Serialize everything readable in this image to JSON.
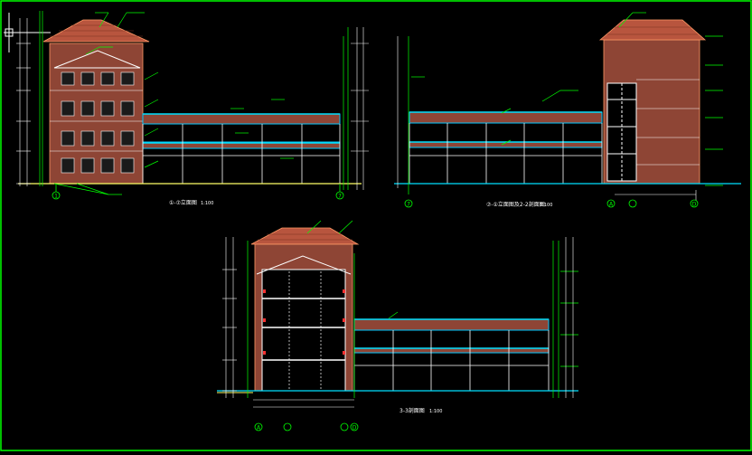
{
  "canvas": {
    "background": "#000000",
    "frame_color": "#00ff00"
  },
  "colors": {
    "brick": "#9a4a38",
    "roof": "#b8553e",
    "slab": "#00c8ff",
    "leader": "#00ff00",
    "dim": "#ffffff",
    "cut": "#ffffff"
  },
  "drawings": {
    "front_elevation": {
      "caption": "①-⑦立面图",
      "scale": "1:100"
    },
    "side_elevation": {
      "caption": "⑦-①立面图及2-2剖面图",
      "scale": "1:100"
    },
    "section": {
      "caption": "3-3剖面图",
      "scale": "1:100"
    }
  },
  "grid_labels": [
    "1",
    "7",
    "A",
    "D"
  ]
}
